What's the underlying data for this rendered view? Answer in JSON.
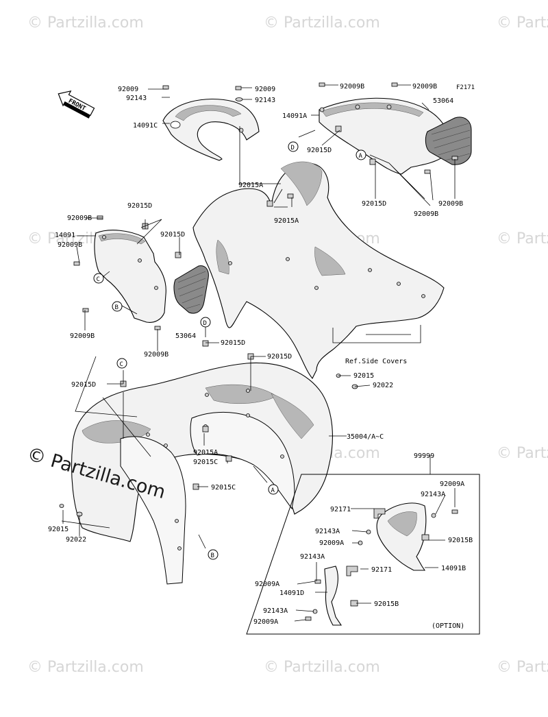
{
  "diagram_code": "F2171",
  "front_label": "FRONT",
  "ref_note": "Ref.Side Covers",
  "option_note": "(OPTION)",
  "circle_letters": {
    "d_top": "D",
    "a_top": "A",
    "c_left": "C",
    "b_left": "B",
    "d_mid": "D",
    "c_mid": "C",
    "a_bottom": "A",
    "b_bottom": "B"
  },
  "watermarks": {
    "small": "© Partzilla.com",
    "big": "© Partzilla.com"
  },
  "labels": {
    "l_92009_tl": "92009",
    "l_92143_tl": "92143",
    "l_14091c": "14091C",
    "l_92009_tc": "92009",
    "l_92143_tc": "92143",
    "l_92009b_t1": "92009B",
    "l_92009b_t2": "92009B",
    "l_14091a": "14091A",
    "l_53064_tr": "53064",
    "l_92015d_tr1": "92015D",
    "l_92015a_t": "92015A",
    "l_92015a_t2": "92015A",
    "l_92015d_tr2": "92015D",
    "l_92009b_r1": "92009B",
    "l_92009b_r2": "92009B",
    "l_92009b_l1": "92009B",
    "l_92015d_l1": "92015D",
    "l_14091": "14091",
    "l_92009b_l2": "92009B",
    "l_92015d_l2": "92015D",
    "l_92009b_l3": "92009B",
    "l_53064_l": "53064",
    "l_92009b_l4": "92009B",
    "l_92015d_m1": "92015D",
    "l_92015d_m2": "92015D",
    "l_92015d_m3": "92015D",
    "l_92015_r": "92015",
    "l_92022_r": "92022",
    "l_35004": "35004/A~C",
    "l_92015a_b": "92015A",
    "l_92015c_1": "92015C",
    "l_92015c_2": "92015C",
    "l_92015_bl": "92015",
    "l_92022_bl": "92022",
    "l_99999": "99999",
    "l_92009a_1": "92009A",
    "l_92143a_1": "92143A",
    "l_92171_1": "92171",
    "l_92143a_2": "92143A",
    "l_92009a_2": "92009A",
    "l_92015b_1": "92015B",
    "l_14091b": "14091B",
    "l_92143a_3": "92143A",
    "l_92171_2": "92171",
    "l_92009a_3": "92009A",
    "l_14091d": "14091D",
    "l_92143a_4": "92143A",
    "l_92015b_2": "92015B",
    "l_92009a_4": "92009A"
  }
}
